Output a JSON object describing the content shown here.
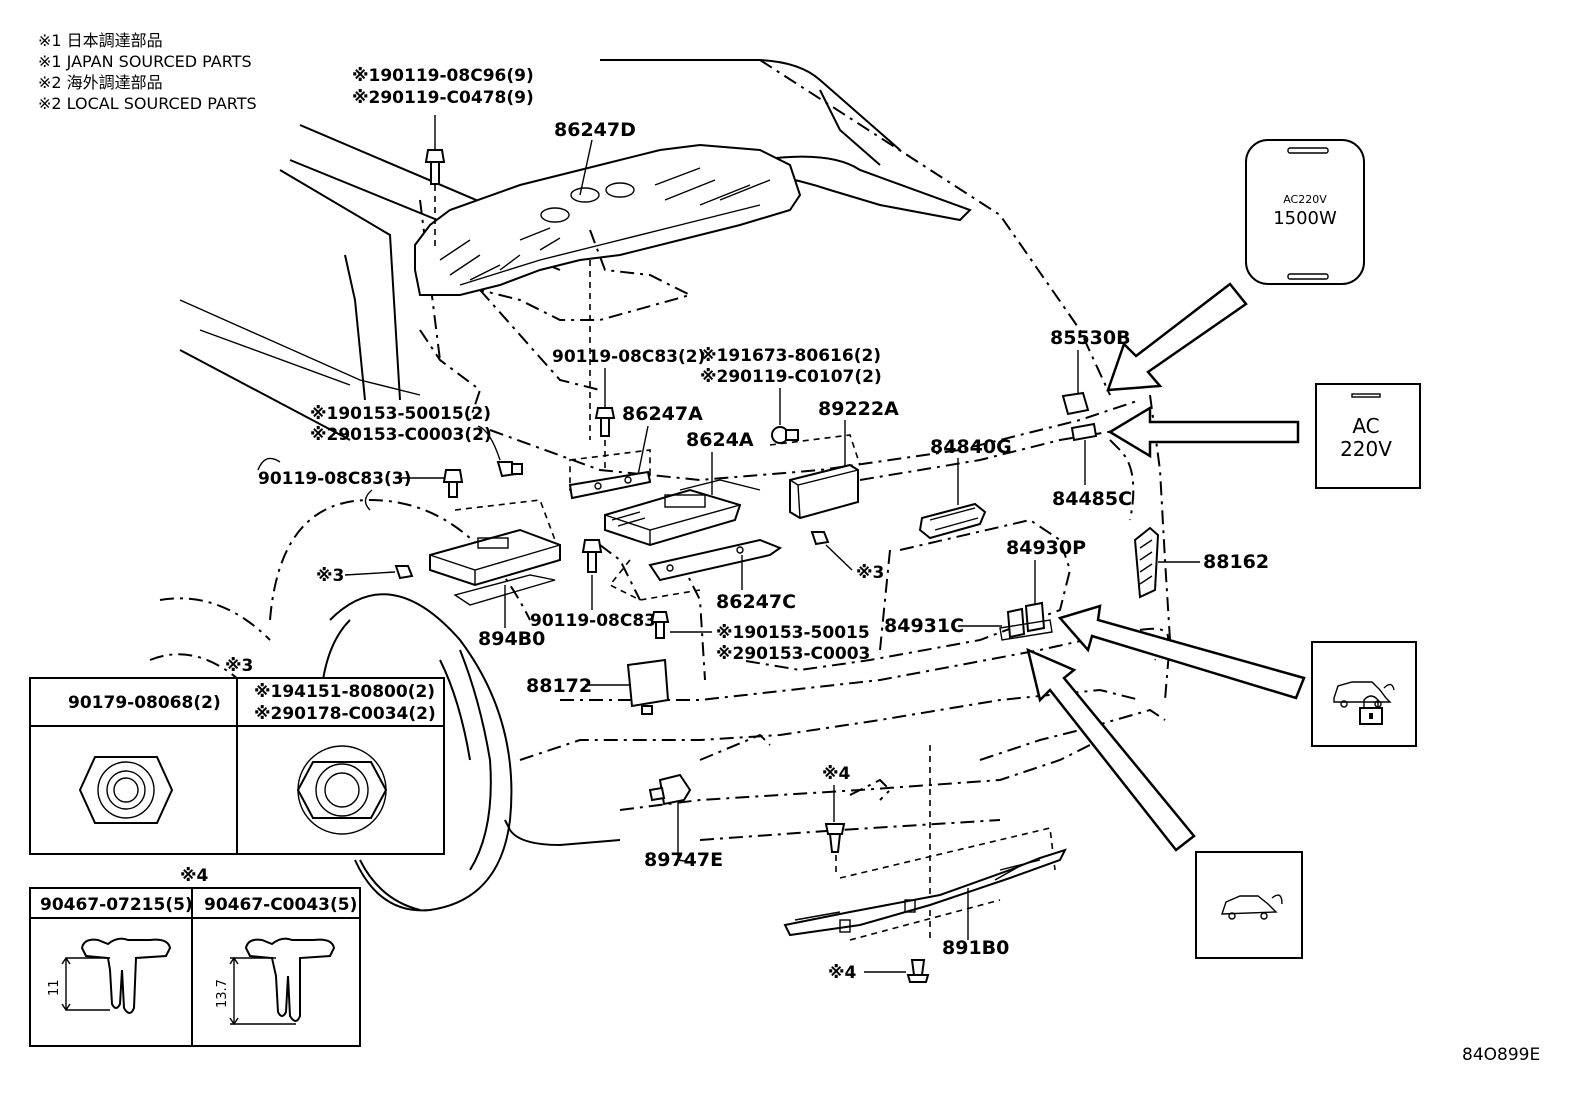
{
  "notes": {
    "line1": "※1 日本調達部品",
    "line2": "※1 JAPAN SOURCED PARTS",
    "line3": "※2 海外調達部品",
    "line4": "※2 LOCAL SOURCED PARTS"
  },
  "callouts": {
    "bolt_top_1": "※190119-08C96(9)",
    "bolt_top_2": "※290119-C0478(9)",
    "p86247D": "86247D",
    "bolt_mid": "90119-08C83(2)",
    "bolt_right_1": "※191673-80616(2)",
    "bolt_right_2": "※290119-C0107(2)",
    "p86247A": "86247A",
    "p89222A": "89222A",
    "nut_left_1": "※190153-50015(2)",
    "nut_left_2": "※290153-C0003(2)",
    "p8624A": "8624A",
    "bolt_left": "90119-08C83(3)",
    "p84840G": "84840G",
    "p85530B": "85530B",
    "p84485C": "84485C",
    "p84930P": "84930P",
    "p88162": "88162",
    "ref3_left": "※3",
    "ref3_right": "※3",
    "bolt_lower": "90119-08C83",
    "p86247C": "86247C",
    "nut_lower_1": "※190153-50015",
    "nut_lower_2": "※290153-C0003",
    "p84931C": "84931C",
    "p894B0": "894B0",
    "p88172": "88172",
    "ref4_top": "※4",
    "p89747E": "89747E",
    "p891B0": "891B0",
    "ref4_bottom": "※4",
    "figure_code": "84O899E"
  },
  "panel_ac1500": {
    "line1": "AC220V",
    "line2": "1500W"
  },
  "panel_ac220": {
    "line1": "AC",
    "line2": "220V"
  },
  "table3": {
    "title": "※3",
    "col1_header": "90179-08068(2)",
    "col2_header_1": "※194151-80800(2)",
    "col2_header_2": "※290178-C0034(2)"
  },
  "table4": {
    "title": "※4",
    "col1_header": "90467-07215(5)",
    "col2_header": "90467-C0043(5)",
    "dim1": "11",
    "dim2": "13.7"
  }
}
